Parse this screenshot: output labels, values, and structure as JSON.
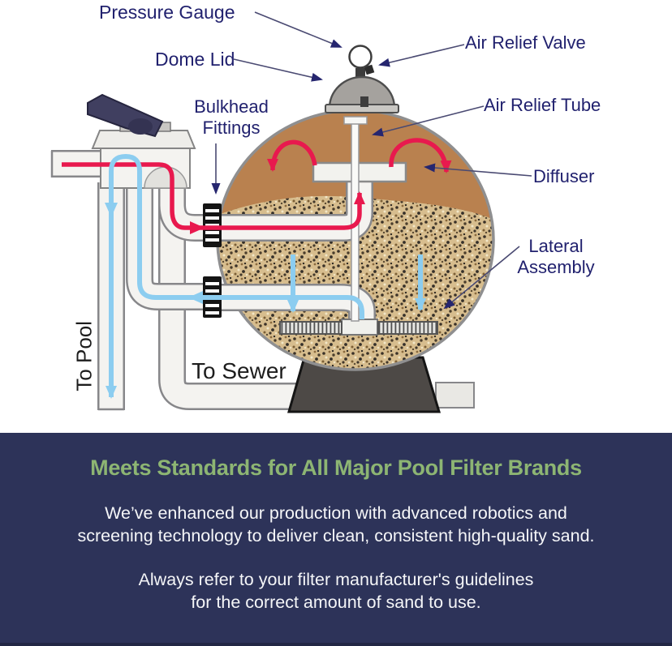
{
  "diagram": {
    "title_semantic": "sand-filter-cutaway-diagram",
    "labels": {
      "pressure_gauge": "Pressure Gauge",
      "dome_lid": "Dome Lid",
      "bulkhead_fittings": [
        "Bulkhead",
        "Fittings"
      ],
      "air_relief_valve": "Air Relief Valve",
      "air_relief_tube": "Air Relief Tube",
      "diffuser": "Diffuser",
      "lateral_assembly": [
        "Lateral",
        "Assembly"
      ],
      "to_pool": "To Pool",
      "to_sewer": "To Sewer"
    },
    "colors": {
      "label_navy": "#21216e",
      "plain_black": "#1d1d1d",
      "flow_in_red": "#e8194e",
      "flow_out_blue": "#8ccdf0",
      "tank_brown": "#b9814f",
      "sand_base": "#d7bd8e",
      "pipe_fill": "#f4f3f0",
      "pipe_outline": "#87878a",
      "dome_gray": "#a5a29e",
      "base_dark": "#4d4946",
      "bulkhead_black": "#141414"
    }
  },
  "banner": {
    "heading": "Meets Standards for All Major Pool Filter Brands",
    "body1": [
      "We’ve enhanced our production with advanced robotics and",
      "screening technology to deliver clean, consistent high-quality sand."
    ],
    "body2": [
      "Always refer to your filter manufacturer's guidelines",
      "for the correct amount of sand to use."
    ],
    "colors": {
      "background": "#2d3359",
      "heading": "#8db573",
      "text": "#f5f6f8"
    }
  }
}
